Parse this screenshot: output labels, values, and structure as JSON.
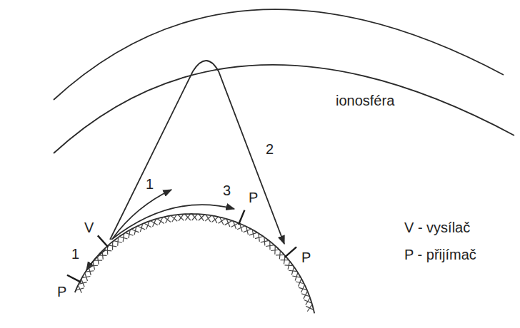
{
  "diagram": {
    "labels": [
      "ionosféra",
      "2",
      "1",
      "3",
      "P",
      "V",
      "V - vysílač",
      "P",
      "P - přijímač",
      "1",
      "P"
    ]
  }
}
